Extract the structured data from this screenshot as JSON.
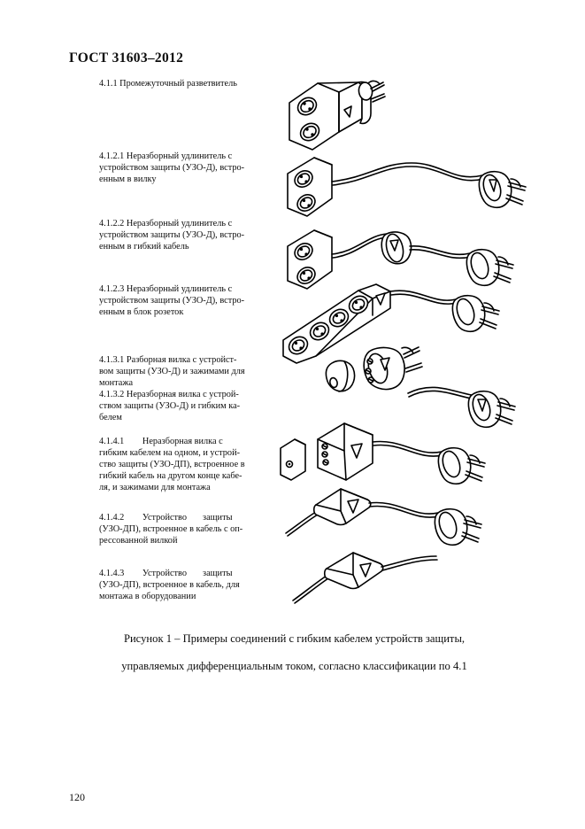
{
  "document": {
    "header": "ГОСТ 31603–2012",
    "page_number": "120"
  },
  "captions": [
    {
      "id": "4.1.1",
      "lines": [
        "4.1.1 Промежуточный разветвитель"
      ]
    },
    {
      "id": "4.1.2.1",
      "lines": [
        "4.1.2.1 Неразборный удлинитель с",
        "устройством защиты (УЗО-Д), встро-",
        "енным в вилку"
      ]
    },
    {
      "id": "4.1.2.2",
      "lines": [
        "4.1.2.2 Неразборный удлинитель с",
        "устройством защиты (УЗО-Д), встро-",
        "енным в гибкий кабель"
      ]
    },
    {
      "id": "4.1.2.3",
      "lines": [
        "4.1.2.3 Неразборный удлинитель с",
        "устройством защиты (УЗО-Д), встро-",
        "енным в блок розеток"
      ]
    },
    {
      "id": "4.1.3.1-4.1.3.2",
      "lines": [
        "4.1.3.1 Разборная вилка с устройст-",
        "вом защиты (УЗО-Д) и зажимами для",
        "монтажа",
        "4.1.3.2 Неразборная вилка с устрой-",
        "ством защиты (УЗО-Д) и гибким ка-",
        "белем"
      ]
    },
    {
      "id": "4.1.4.1",
      "lines": [
        "4.1.4.1        Неразборная вилка с",
        "гибким кабелем на одном, и устрой-",
        "ство защиты (УЗО-ДП), встроенное в",
        "гибкий кабель на другом конце кабе-",
        "ля, и зажимами для монтажа"
      ]
    },
    {
      "id": "4.1.4.2",
      "lines": [
        "4.1.4.2        Устройство       защиты",
        "(УЗО-ДП), встроенное в кабель с оп-",
        "рессованной вилкой"
      ]
    },
    {
      "id": "4.1.4.3",
      "lines": [
        "4.1.4.3        Устройство       защиты",
        "(УЗО-ДП), встроенное в кабель, для",
        "монтажа в оборудовании"
      ]
    }
  ],
  "figure": {
    "caption_line1": "Рисунок 1 – Примеры соединений с гибким кабелем устройств защиты,",
    "caption_line2": "управляемых дифференциальным током, согласно классификации по 4.1",
    "illustrations": [
      {
        "name": "intermediate-adaptor",
        "description": "Промежуточный разветвитель: двухгнездовой адаптер с вилкой и знаком УЗО"
      },
      {
        "name": "extension-socket-plug-rcd",
        "description": "Неразборный удлинитель: двойная розетка, гибкий кабель, вилка с УЗО-Д"
      },
      {
        "name": "extension-cable-rcd",
        "description": "Неразборный удлинитель: двойная розетка, УЗО-Д в гибком кабеле, вилка"
      },
      {
        "name": "socket-block-rcd",
        "description": "Блок розеток на четыре гнезда с УЗО-Д, гибкий кабель и вилка"
      },
      {
        "name": "rewireable-plug-rcd",
        "description": "Разборная вилка с УЗО-Д, снятая крышка и зажимы для монтажа"
      },
      {
        "name": "moulded-plug-rcd-cable",
        "description": "Неразборная вилка с УЗО-Д и гибким кабелем"
      },
      {
        "name": "prcd-terminals-plug",
        "description": "УЗО-ДП с зажимами для монтажа, крышка, кабель и вилка"
      },
      {
        "name": "prcd-moulded-plug",
        "description": "УЗО-ДП, встроенное в кабель с опрессованной вилкой"
      },
      {
        "name": "prcd-inline-equipment",
        "description": "УЗО-ДП, встроенное в кабель для монтажа в оборудовании"
      }
    ]
  },
  "colors": {
    "ink": "#0d0d0d",
    "paper": "#ffffff",
    "line": "#000000"
  }
}
